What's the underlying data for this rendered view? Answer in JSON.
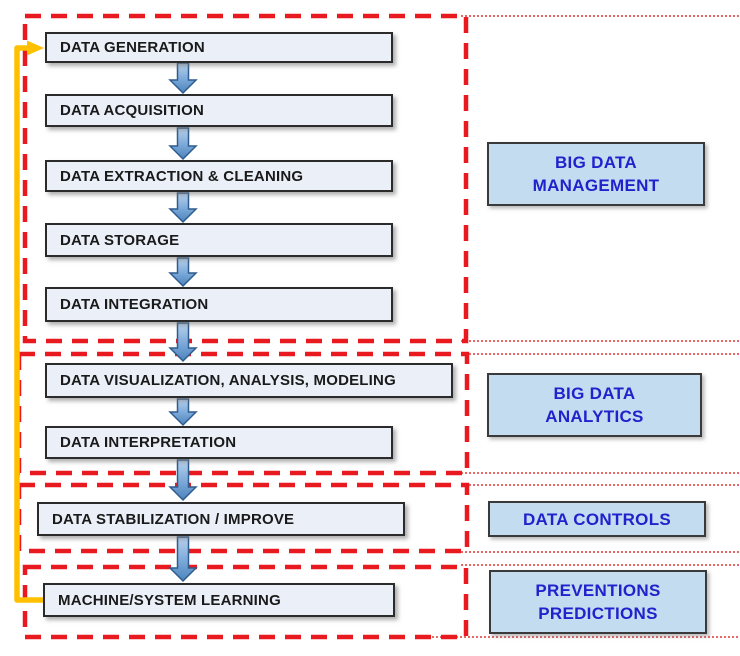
{
  "diagram": {
    "flow_nodes": [
      {
        "id": "data-generation",
        "label": "DATA GENERATION"
      },
      {
        "id": "data-acquisition",
        "label": "DATA ACQUISITION"
      },
      {
        "id": "data-extraction",
        "label": "DATA EXTRACTION & CLEANING"
      },
      {
        "id": "data-storage",
        "label": "DATA STORAGE"
      },
      {
        "id": "data-integration",
        "label": "DATA INTEGRATION"
      },
      {
        "id": "data-visualization",
        "label": "DATA VISUALIZATION, ANALYSIS, MODELING"
      },
      {
        "id": "data-interpretation",
        "label": "DATA INTERPRETATION"
      },
      {
        "id": "data-stabilization",
        "label": "DATA STABILIZATION / IMPROVE"
      },
      {
        "id": "machine-system-learning",
        "label": "MACHINE/SYSTEM LEARNING"
      }
    ],
    "side_labels": [
      {
        "id": "big-data-management",
        "line1": "BIG DATA",
        "line2": "MANAGEMENT"
      },
      {
        "id": "big-data-analytics",
        "line1": "BIG DATA",
        "line2": "ANALYTICS"
      },
      {
        "id": "data-controls",
        "line1": "DATA CONTROLS",
        "line2": ""
      },
      {
        "id": "preventions-predictions",
        "line1": "PREVENTIONS",
        "line2": "PREDICTIONS"
      }
    ],
    "groups": [
      {
        "id": "group-management",
        "contains": "DATA GENERATION … DATA INTEGRATION"
      },
      {
        "id": "group-analytics",
        "contains": "DATA VISUALIZATION … DATA INTERPRETATION"
      },
      {
        "id": "group-controls",
        "contains": "DATA STABILIZATION / IMPROVE"
      },
      {
        "id": "group-predictions",
        "contains": "MACHINE/SYSTEM LEARNING"
      }
    ],
    "feedback_arrow": {
      "from": "MACHINE/SYSTEM LEARNING",
      "to": "DATA GENERATION"
    },
    "colors": {
      "background": "#FFFFFF",
      "flow_box_fill": "#EBF0F8",
      "flow_box_border": "#2B2B2B",
      "flow_text": "#1A1A1A",
      "side_box_fill": "#C3DCF0",
      "side_box_border": "#3A3A3A",
      "side_text": "#2222CC",
      "group_border": "#E8191F",
      "extension_line": "#E03535",
      "flow_arrow_fill_top": "#BAD2EC",
      "flow_arrow_fill_mid": "#7FACDB",
      "flow_arrow_fill_bottom": "#4C83BC",
      "flow_arrow_stroke": "#2F5C8F",
      "feedback_arrow": "#FFC000"
    }
  }
}
